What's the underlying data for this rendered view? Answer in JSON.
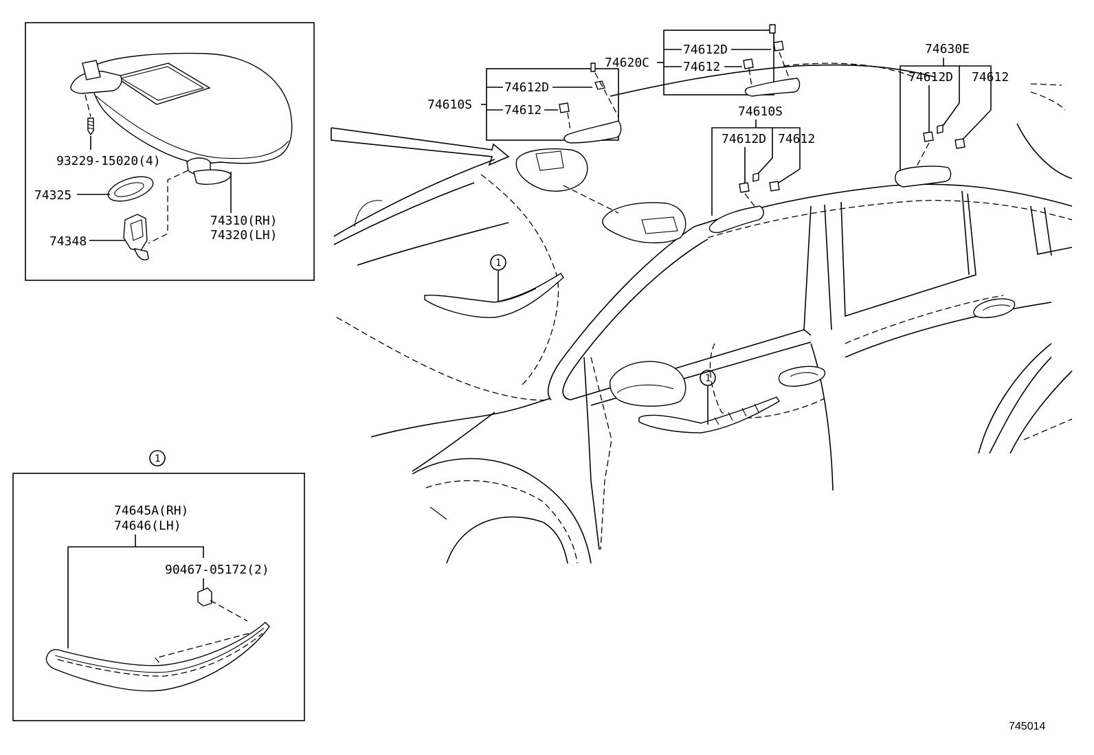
{
  "figure_code": "745014",
  "callout_marker": "1",
  "visor_detail": {
    "screw": "93229-15020(4)",
    "holder_cover": "74325",
    "holder": "74348",
    "visor_rh": "74310(RH)",
    "visor_lh": "74320(LH)"
  },
  "trim_detail": {
    "trim_rh": "74645A(RH)",
    "trim_lh": "74646(LH)",
    "clip": "90467-05172(2)"
  },
  "grips": {
    "front_left": {
      "assembly": "74610S",
      "cap_d": "74612D",
      "cap": "74612"
    },
    "front_right": {
      "assembly": "74620C",
      "cap_d": "74612D",
      "cap": "74612"
    },
    "rear_left": {
      "assembly": "74610S",
      "cap_d": "74612D",
      "cap": "74612"
    },
    "rear_right": {
      "assembly": "74630E",
      "cap_d": "74612D",
      "cap": "74612"
    }
  }
}
